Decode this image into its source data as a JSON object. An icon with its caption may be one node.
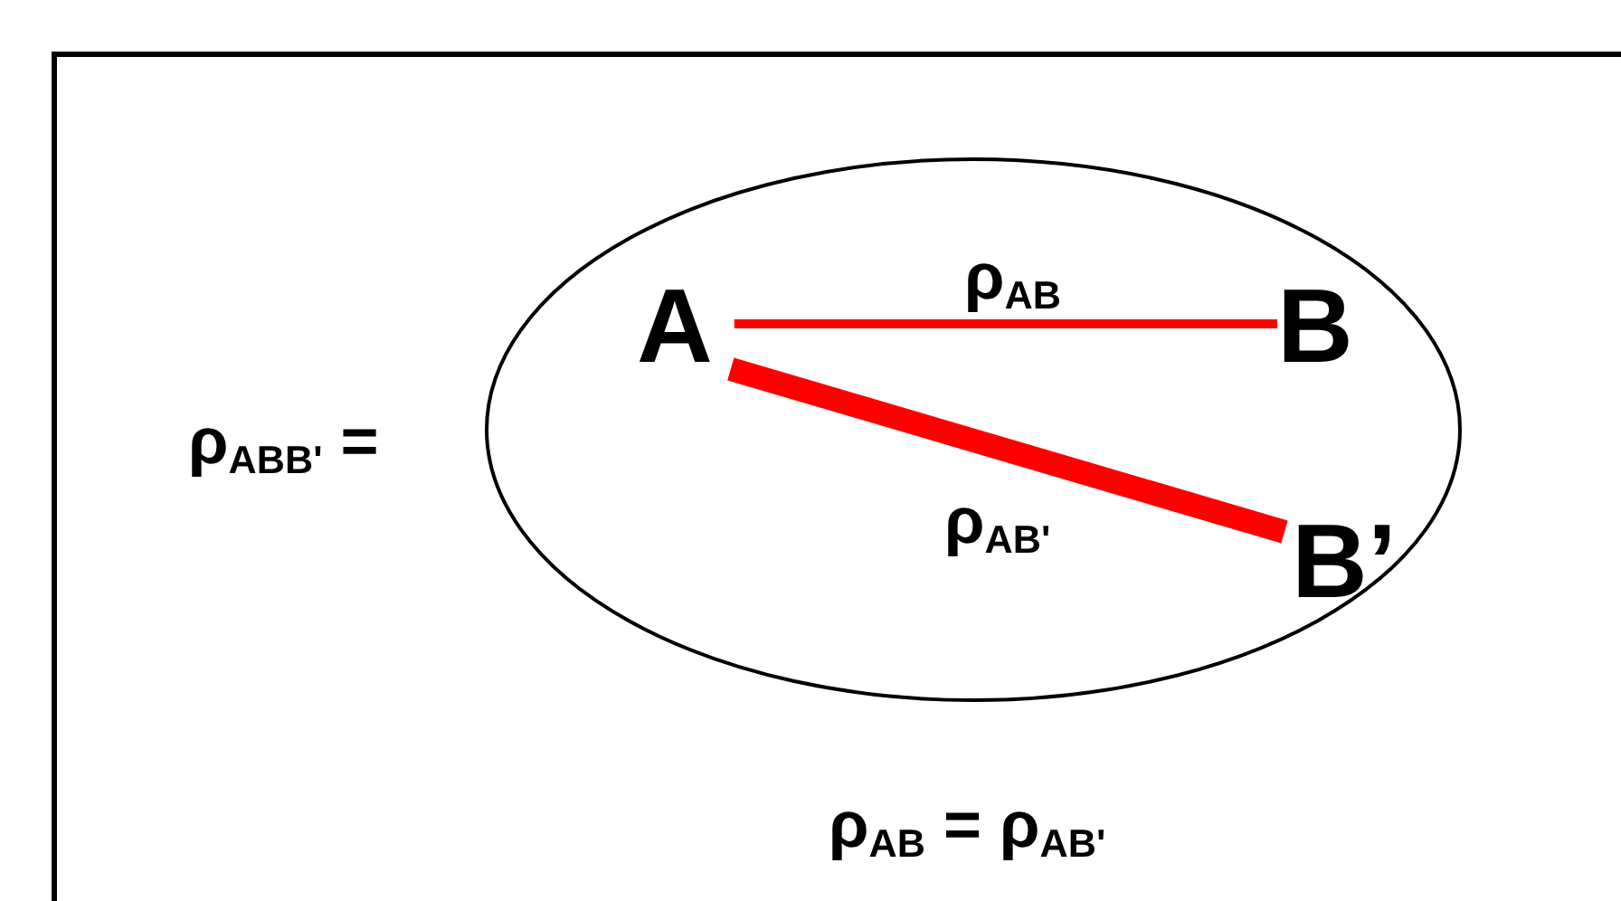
{
  "diagram": {
    "nodes": [
      {
        "text": [],
        "shape": "ellipse"
      },
      {
        "text": [
          "A"
        ],
        "in": 0
      },
      {
        "text": [
          "B"
        ],
        "in": 0
      },
      {
        "text": [
          "B’"
        ],
        "in": 0
      }
    ],
    "edges": [
      {
        "from": 1,
        "to": 2,
        "arrow": "none",
        "label": "ρ$_{AB}$"
      },
      {
        "from": 1,
        "to": 3,
        "arrow": "none",
        "label": "ρ$_{AB'}$",
        "style": "thick"
      }
    ],
    "labels": [
      "ρ$_{ABB'}$ =",
      "ρ$_{AB}$ = ρ$_{AB'}$"
    ]
  }
}
